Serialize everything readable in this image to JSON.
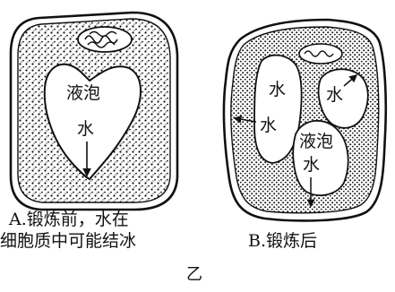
{
  "cell_a": {
    "label_vacuole": "液泡",
    "label_water": "水",
    "caption_line1": "A.锻炼前，水在",
    "caption_line2": "细胞质中可能结冰"
  },
  "cell_b": {
    "label_water_top": "水",
    "label_water_right": "水",
    "label_water_left": "水",
    "label_vacuole": "液泡",
    "label_water_bottom": "水",
    "caption": "B.锻炼后"
  },
  "figure_label": "乙",
  "colors": {
    "ink": "#111111",
    "paper": "#ffffff"
  }
}
